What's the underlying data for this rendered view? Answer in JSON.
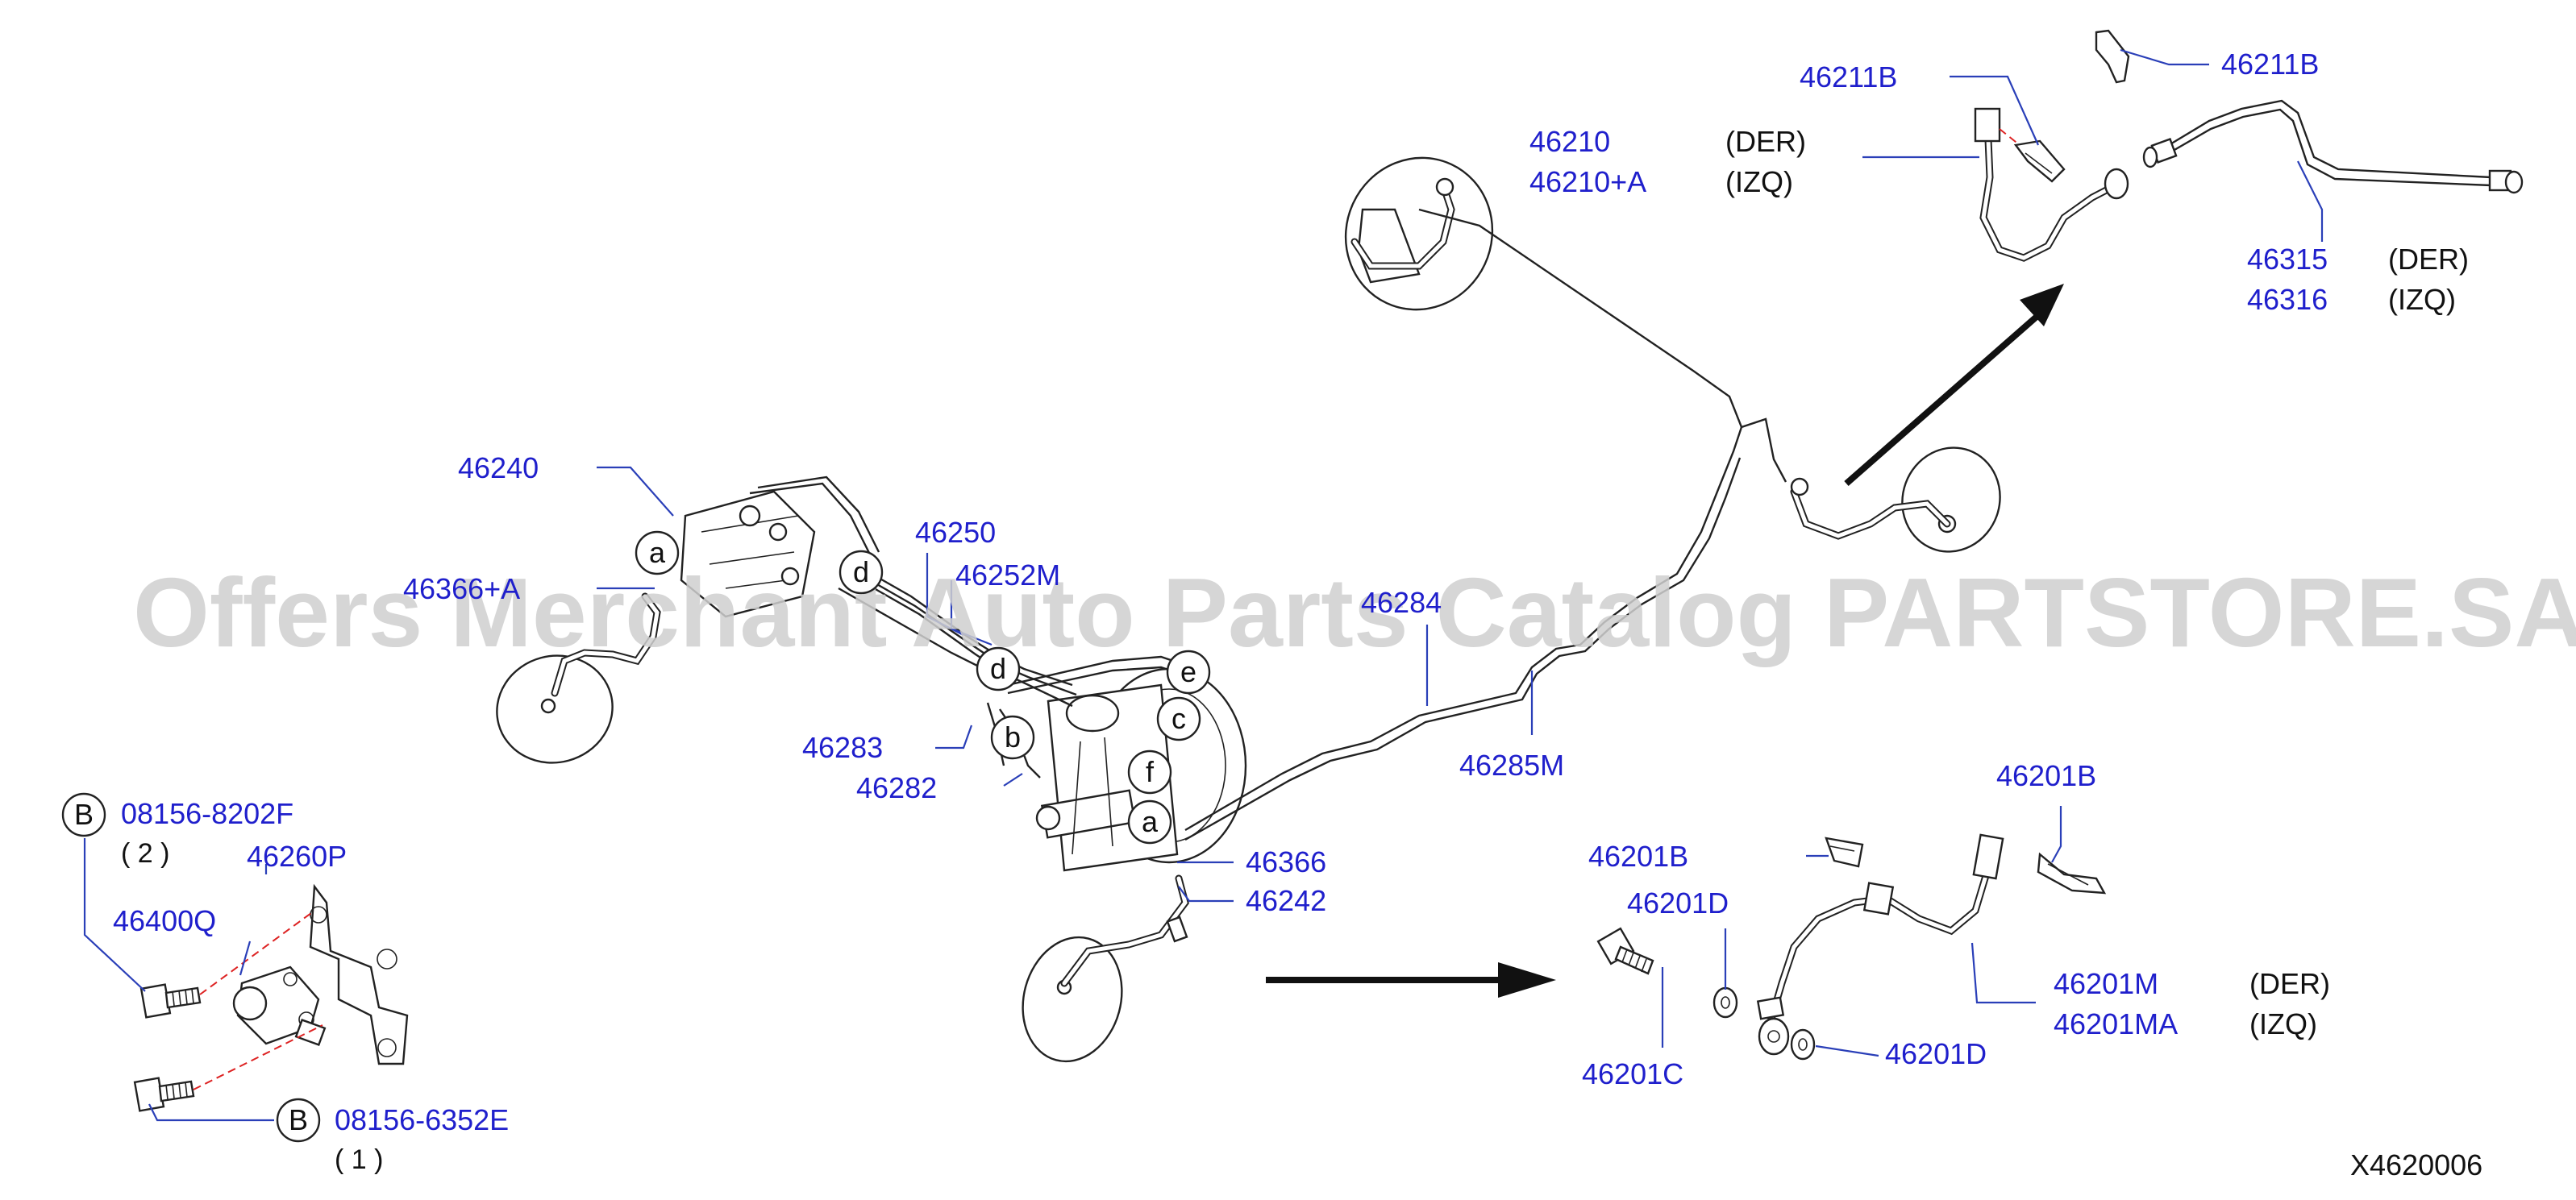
{
  "watermark": "Offers Merchant Auto Parts Catalog PARTSTORE.SA",
  "diagram_code": "X4620006",
  "callouts": [
    "a",
    "d",
    "d",
    "b",
    "e",
    "c",
    "f",
    "a"
  ],
  "bolt_badges": [
    "B",
    "B"
  ],
  "parts": {
    "p46240": "46240",
    "p46366a": "46366+A",
    "p46250": "46250",
    "p46252m": "46252M",
    "p46283": "46283",
    "p46282": "46282",
    "p46284": "46284",
    "p46285m": "46285M",
    "p46366": "46366",
    "p46242": "46242",
    "p46210": "46210",
    "p46210a": "46210+A",
    "p46211b_l": "46211B",
    "p46211b_r": "46211B",
    "p46315": "46315",
    "p46316": "46316",
    "p46201b_l": "46201B",
    "p46201b_r": "46201B",
    "p46201d_t": "46201D",
    "p46201c": "46201C",
    "p46201d_b": "46201D",
    "p46201m": "46201M",
    "p46201ma": "46201MA",
    "p08156_8202f": "08156-8202F",
    "qty_2": "( 2 )",
    "p46260p": "46260P",
    "p46400q": "46400Q",
    "p08156_6352e": "08156-6352E",
    "qty_1": "( 1 )"
  },
  "side_notes": {
    "der_a": "(DER)",
    "izq_a": "(IZQ)",
    "der_b": "(DER)",
    "izq_b": "(IZQ)",
    "der_c": "(DER)",
    "izq_c": "(IZQ)"
  }
}
